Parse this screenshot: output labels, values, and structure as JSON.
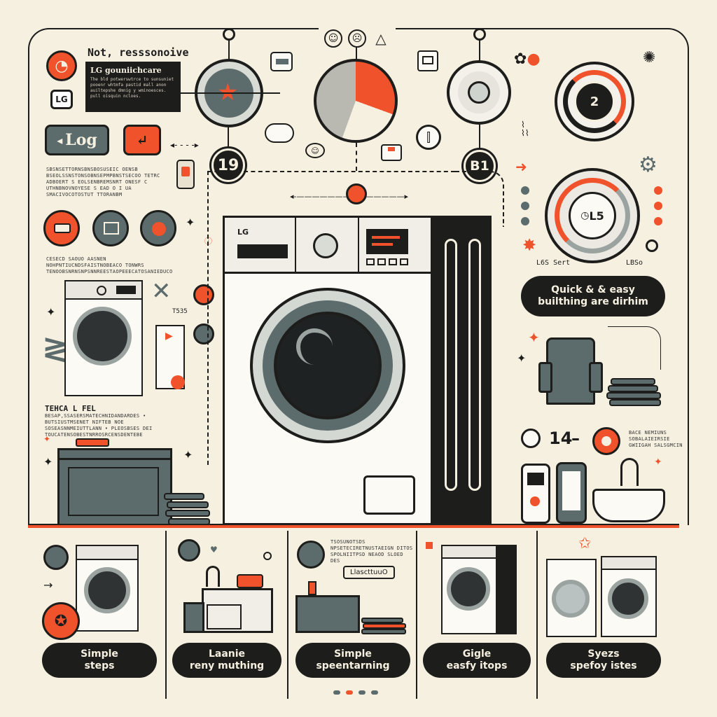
{
  "header": {
    "brand_title": "Not, resssonoive",
    "info_title": "LG gouniichcare",
    "info_body": "The bld potwerswtrce to sunsuniet pooenr whtmfa pastid mall anon auiltepshe dmnig y wminoesces. pull  oisquin ncloes.",
    "lg_badge": "LG"
  },
  "buttons": {
    "log_button": "Log",
    "arrow_button": "↵"
  },
  "badges": {
    "num_19": "19",
    "num_b1": "B1",
    "dial_2": "2",
    "dial_l5": "L5",
    "num_14": "14",
    "dial_caption_left": "L6S Sert",
    "dial_caption_right": "LBSo"
  },
  "text_blocks": {
    "left_block_1": "SBSNSETTORNSBNSBOSUSEIC OENSB BSEOLSSNSTONSOBNSEPMPBNSTSECOO TETRC ADBOERT  S EOLSENBREMSNRT ONESF C UTHNBNOVNOYESE S EAD O I UA SMACIVOCOTOSTUT TTORANBM",
    "left_block_2": "CESECD SAOUO AASNEN NOHPNTIUCNDSFAISTNOBEACO TONWRS TENOOBSNRNSNPSNNREESTAOPEEECATOSANIEDUCO",
    "tech_title": "TEHCA L FEL",
    "tech_body": "BESAP,SSASERSMATECHNIDANDARDES • BUTSIUSTMSENET NIFTEB NOE SOSEASNNMEIUTTLANN • PLEOSBSES DEI TOUCATENSOBESTNRROSRCENSDENTEBE",
    "ts_label": "T535",
    "right_block": "BACE NEMIUNS SOBALAIEIRSIE GWIIGAH SALSGMCIN",
    "panel3_text": "TSOSUNOTSDS NPSETECIRETNUSTAEIGN DITOS SPOLNIITPSD NEAOD SLOED DES",
    "panel3_label": "LlascttuuO",
    "machine_brand": "LG"
  },
  "quick_pill": {
    "line1": "Quick & & easy",
    "line2": "builthing are dirhim"
  },
  "panels": [
    {
      "line1": "Simple",
      "line2": "steps"
    },
    {
      "line1": "Laanie",
      "line2": "reny muthing"
    },
    {
      "line1": "Simple",
      "line2": "speentarning"
    },
    {
      "line1": "Gigle",
      "line2": "easfy itops"
    },
    {
      "line1": "Syezs",
      "line2": "spefoy istes"
    }
  ],
  "colors": {
    "background": "#f6f0e1",
    "dark": "#1d1d1b",
    "accent": "#f0522b",
    "slate": "#5c6b6b"
  },
  "icons": {
    "top_icon_1": "smile-face-icon",
    "top_icon_2": "neutral-face-icon",
    "top_icon_3": "triangle-warning-icon"
  }
}
